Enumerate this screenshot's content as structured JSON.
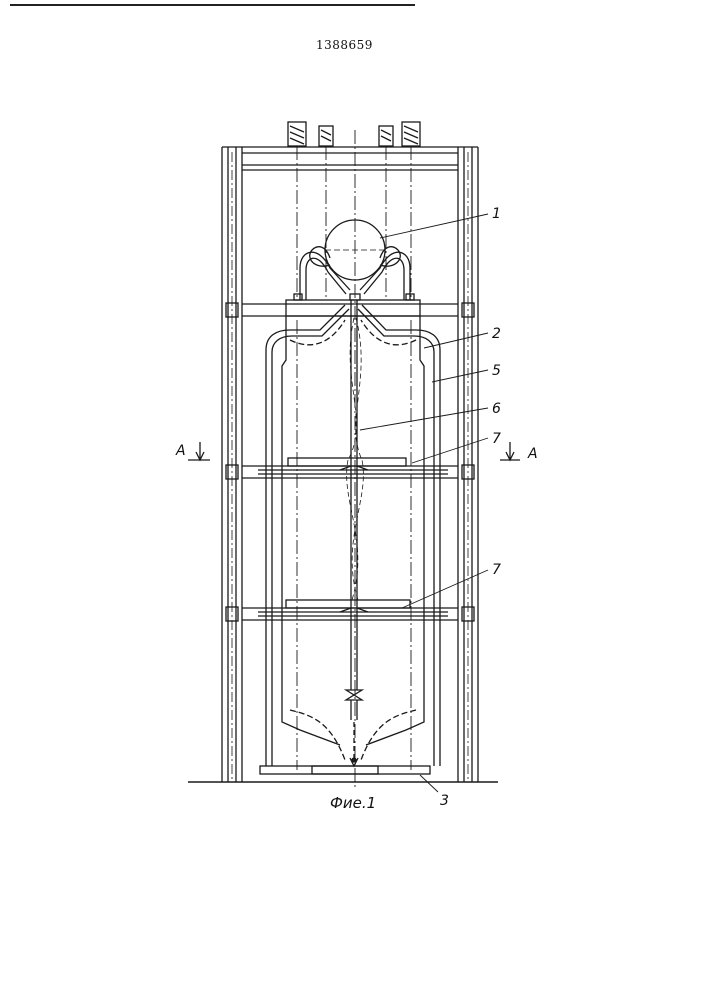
{
  "document": {
    "patent_number": "1388659",
    "figure_caption": "Фие.1"
  },
  "callouts": [
    {
      "label": "1"
    },
    {
      "label": "2"
    },
    {
      "label": "5"
    },
    {
      "label": "6"
    },
    {
      "label": "7"
    },
    {
      "label": "7"
    },
    {
      "label": "3"
    }
  ],
  "section_markers": {
    "left": "A",
    "right": "A"
  }
}
